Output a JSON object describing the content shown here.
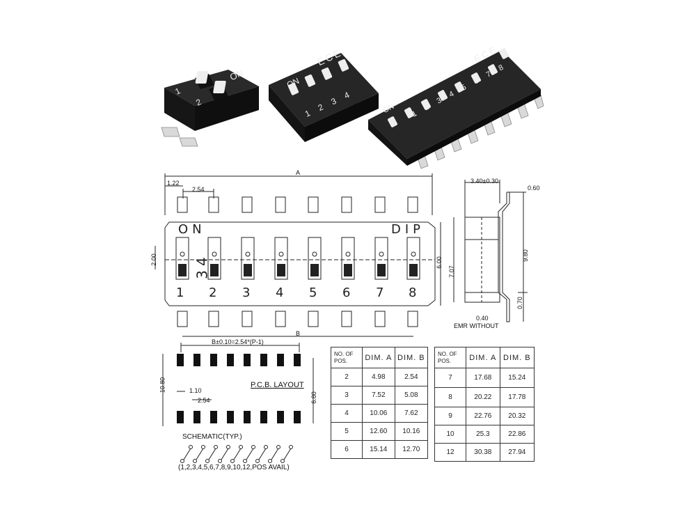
{
  "product": {
    "brand_mark": "ECE",
    "on_label": "ON",
    "photo_2pos_numbers": [
      "1",
      "2"
    ],
    "photo_4pos_numbers": [
      "1",
      "2",
      "3",
      "4"
    ],
    "photo_8pos_numbers": [
      "1",
      "2",
      "3",
      "4",
      "5",
      "6",
      "7",
      "8"
    ]
  },
  "drawing": {
    "dim_a": "A",
    "dim_b": "B",
    "dim_122": "1.22",
    "dim_254": "2.54",
    "on_text": "ON",
    "dip_text": "DIP",
    "model_text": "34",
    "dim_200": "2.00",
    "dim_600": "6.00",
    "dim_707": "7.07",
    "switch_numbers": [
      "1",
      "2",
      "3",
      "4",
      "5",
      "6",
      "7",
      "8"
    ],
    "side_340": "3.40±0.30",
    "side_060": "0.60",
    "side_980": "9.80",
    "side_070": "0.70",
    "side_040": "0.40",
    "side_note": "EMR WITHOUT"
  },
  "pcb": {
    "b_formula": "B±0.10=2.54*(P-1)",
    "title": "P.C.B. LAYOUT",
    "dim_1080": "10.80",
    "dim_110": "1.10",
    "dim_254": "2.54",
    "dim_680": "6.80",
    "schematic_label": "SCHEMATIC(TYP.)",
    "avail_note": "(1,2,3,4,5,6,7,8,9,10,12,POS  AVAIL)"
  },
  "table_left": {
    "headers": [
      "NO. OF POS.",
      "DIM. A",
      "DIM. B"
    ],
    "rows": [
      [
        "2",
        "4.98",
        "2.54"
      ],
      [
        "3",
        "7.52",
        "5.08"
      ],
      [
        "4",
        "10.06",
        "7.62"
      ],
      [
        "5",
        "12.60",
        "10.16"
      ],
      [
        "6",
        "15.14",
        "12.70"
      ]
    ]
  },
  "table_right": {
    "headers": [
      "NO. OF POS.",
      "DIM. A",
      "DIM. B"
    ],
    "rows": [
      [
        "7",
        "17.68",
        "15.24"
      ],
      [
        "8",
        "20.22",
        "17.78"
      ],
      [
        "9",
        "22.76",
        "20.32"
      ],
      [
        "10",
        "25.3",
        "22.86"
      ],
      [
        "12",
        "30.38",
        "27.94"
      ]
    ]
  },
  "colors": {
    "body_black": "#1b1b1b",
    "pin_silver": "#d8d8d8",
    "toggle_white": "#f0f0f0",
    "line": "#222222"
  }
}
